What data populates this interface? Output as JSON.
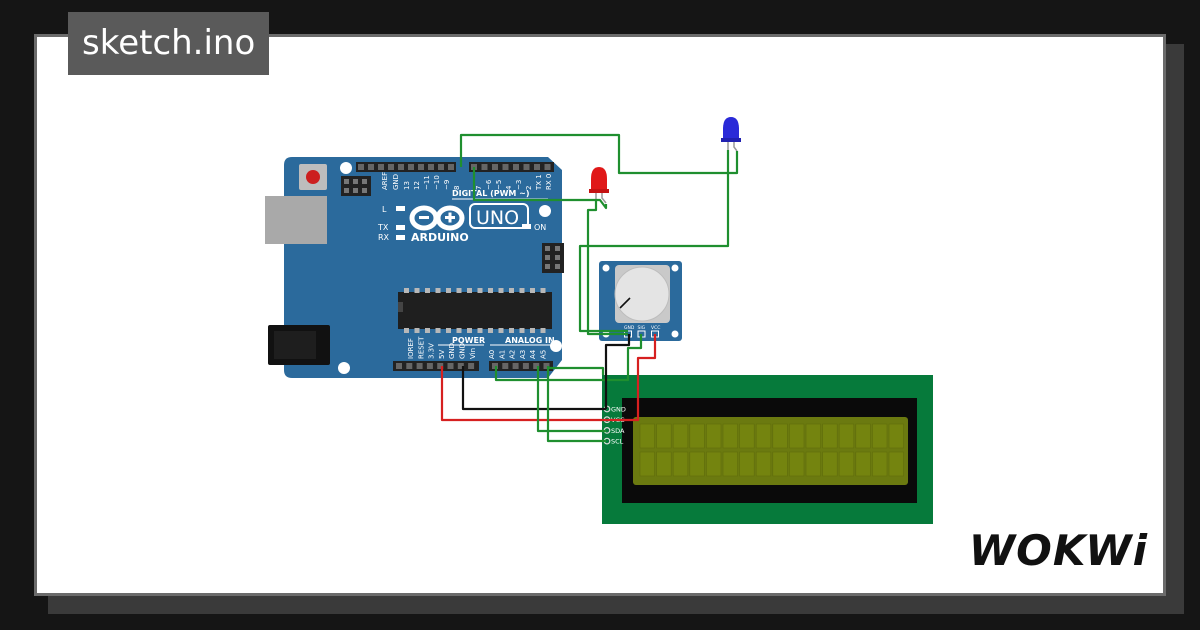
{
  "file_tab": {
    "title": "sketch.ino"
  },
  "brand": {
    "name": "WOKWi"
  },
  "colors": {
    "board_blue": "#2b6a9c",
    "lcd_pcb_green": "#067a3b",
    "lcd_screen": "#6b7a10",
    "wire_green": "#1f8f2f",
    "wire_red": "#d62020",
    "wire_black": "#111111",
    "led_red": "#e01818",
    "led_blue": "#2a2ad8"
  },
  "arduino": {
    "model": "UNO",
    "brand": "ARDUINO",
    "digital_header": "DIGITAL (PWM ~)",
    "power_header": "POWER",
    "analog_header": "ANALOG IN",
    "led_l": "L",
    "led_tx": "TX",
    "led_rx": "RX",
    "led_on": "ON",
    "top_pins": [
      "AREF",
      "GND",
      "13",
      "12",
      "~11",
      "~10",
      "~9",
      "8",
      "7",
      "~6",
      "~5",
      "4",
      "~3",
      "2",
      "TX 1",
      "RX 0"
    ],
    "power_pins": [
      "IOREF",
      "RESET",
      "3.3V",
      "5V",
      "GND",
      "GND",
      "Vin"
    ],
    "analog_pins": [
      "A0",
      "A1",
      "A2",
      "A3",
      "A4",
      "A5"
    ]
  },
  "potentiometer": {
    "pins": [
      "GND",
      "SIG",
      "VCC"
    ]
  },
  "lcd": {
    "pins": [
      "GND",
      "VCC",
      "SDA",
      "SCL"
    ]
  },
  "icons": {
    "reset": "reset-button-icon",
    "usb": "usb-port-icon",
    "power_jack": "power-jack-icon",
    "chip": "microcontroller-chip-icon",
    "logo": "arduino-infinity-logo-icon"
  }
}
